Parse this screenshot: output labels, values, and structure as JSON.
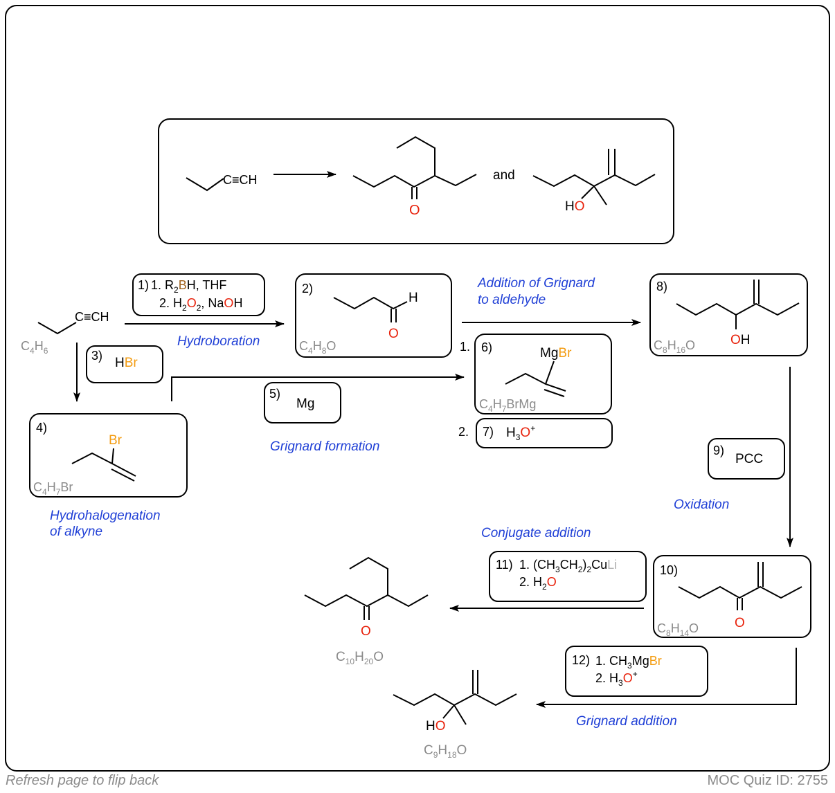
{
  "goal": {
    "start_label": "C≡CH",
    "conjunction": "and",
    "ketone_o": "O",
    "alcohol_h": "H",
    "alcohol_o": "O"
  },
  "steps": {
    "s1": {
      "num": "1)",
      "line1": {
        "a": "1. R",
        "sub": "2",
        "b": "B",
        "c": "H, THF"
      },
      "line2": {
        "a": "2. H",
        "sub1": "2",
        "b": "O",
        "sub2": "2",
        "c": ", Na",
        "d": "O",
        "e": "H"
      },
      "caption": "Hydroboration"
    },
    "s2": {
      "num": "2)",
      "formula": {
        "a": "C",
        "s1": "4",
        "b": "H",
        "s2": "8",
        "c": "O"
      },
      "h": "H",
      "o": "O"
    },
    "s3": {
      "num": "3)",
      "h": "H",
      "br": "Br"
    },
    "s4": {
      "num": "4)",
      "br": "Br",
      "formula": {
        "a": "C",
        "s1": "4",
        "b": "H",
        "s2": "7",
        "c": "Br"
      },
      "caption1": "Hydrohalogenation",
      "caption2": "of alkyne"
    },
    "s5": {
      "num": "5)",
      "reagent": "Mg",
      "caption": "Grignard formation"
    },
    "s6": {
      "prefix": "1.",
      "num": "6)",
      "mg": "Mg",
      "br": "Br",
      "formula": {
        "a": "C",
        "s1": "4",
        "b": "H",
        "s2": "7",
        "c": "BrMg"
      }
    },
    "s7": {
      "prefix": "2.",
      "num": "7)",
      "a": "H",
      "sub": "3",
      "b": "O",
      "sup": "+"
    },
    "s8": {
      "num": "8)",
      "o": "O",
      "h": "H",
      "formula": {
        "a": "C",
        "s1": "8",
        "b": "H",
        "s2": "16",
        "c": "O"
      },
      "caption1": "Addition of Grignard",
      "caption2": "to aldehyde"
    },
    "s9": {
      "num": "9)",
      "reagent": "PCC",
      "caption": "Oxidation"
    },
    "s10": {
      "num": "10)",
      "o": "O",
      "formula": {
        "a": "C",
        "s1": "8",
        "b": "H",
        "s2": "14",
        "c": "O"
      }
    },
    "s11": {
      "num": "11)",
      "line1": {
        "a": "1. (CH",
        "s1": "3",
        "b": "CH",
        "s2": "2",
        "c": ")",
        "s3": "2",
        "d": "Cu",
        "e": "Li"
      },
      "line2": {
        "a": "2. H",
        "sub": "2",
        "b": "O"
      },
      "caption": "Conjugate addition"
    },
    "s12": {
      "num": "12)",
      "line1": {
        "a": "1. CH",
        "sub": "3",
        "b": "Mg",
        "c": "Br"
      },
      "line2": {
        "a": "2. H",
        "sub": "3",
        "b": "O",
        "sup": "+"
      },
      "caption": "Grignard addition"
    }
  },
  "start_material": {
    "label": "C≡CH",
    "formula": {
      "a": "C",
      "s1": "4",
      "b": "H",
      "s2": "6"
    }
  },
  "product_ketone": {
    "o": "O",
    "formula": {
      "a": "C",
      "s1": "10",
      "b": "H",
      "s2": "20",
      "c": "O"
    }
  },
  "product_alcohol": {
    "h": "H",
    "o": "O",
    "formula": {
      "a": "C",
      "s1": "9",
      "b": "H",
      "s2": "18",
      "c": "O"
    }
  },
  "footer": {
    "left": "Refresh page to flip back",
    "right": "MOC Quiz ID: 2755"
  },
  "colors": {
    "oxygen": "#e8210b",
    "bromine": "#f39c12",
    "boron": "#a0621e",
    "caption": "#1f3fd6",
    "formula": "#8a8a8a",
    "lithium": "#b0b0b0"
  }
}
